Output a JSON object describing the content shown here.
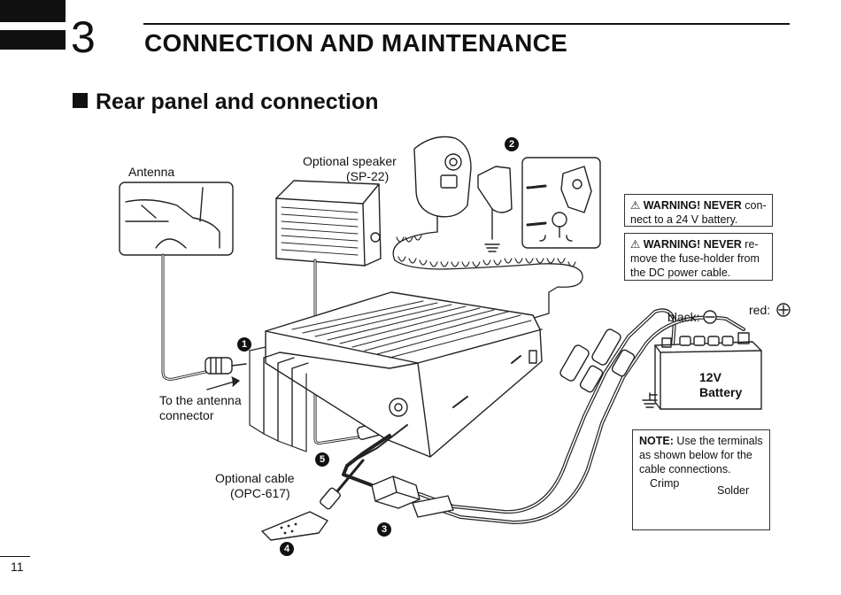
{
  "header": {
    "chapter_number": "3",
    "chapter_title": "CONNECTION AND MAINTENANCE"
  },
  "section": {
    "title": "Rear panel and connection"
  },
  "labels": {
    "antenna": "Antenna",
    "optional_speaker_line1": "Optional speaker",
    "optional_speaker_line2": "(SP-22)",
    "to_antenna_line1": "To the antenna",
    "to_antenna_line2": "connector",
    "optional_cable_line1": "Optional cable",
    "optional_cable_line2": "(OPC-617)",
    "black": "black:",
    "red": "red:",
    "battery_line1": "12V",
    "battery_line2": "Battery",
    "crimp": "Crimp",
    "solder": "Solder"
  },
  "callouts": {
    "n1": "1",
    "n2": "2",
    "n3": "3",
    "n4": "4",
    "n5": "5"
  },
  "warnings": [
    {
      "head": "WARNING! NEVER",
      "text": " con-nect to a 24 V battery."
    },
    {
      "head": "WARNING! NEVER",
      "text": " re-move the fuse-holder from the DC power cable."
    }
  ],
  "note": {
    "head": "NOTE:",
    "text": " Use the terminals as shown below for the cable connections."
  },
  "footer": {
    "page_number": "11"
  }
}
